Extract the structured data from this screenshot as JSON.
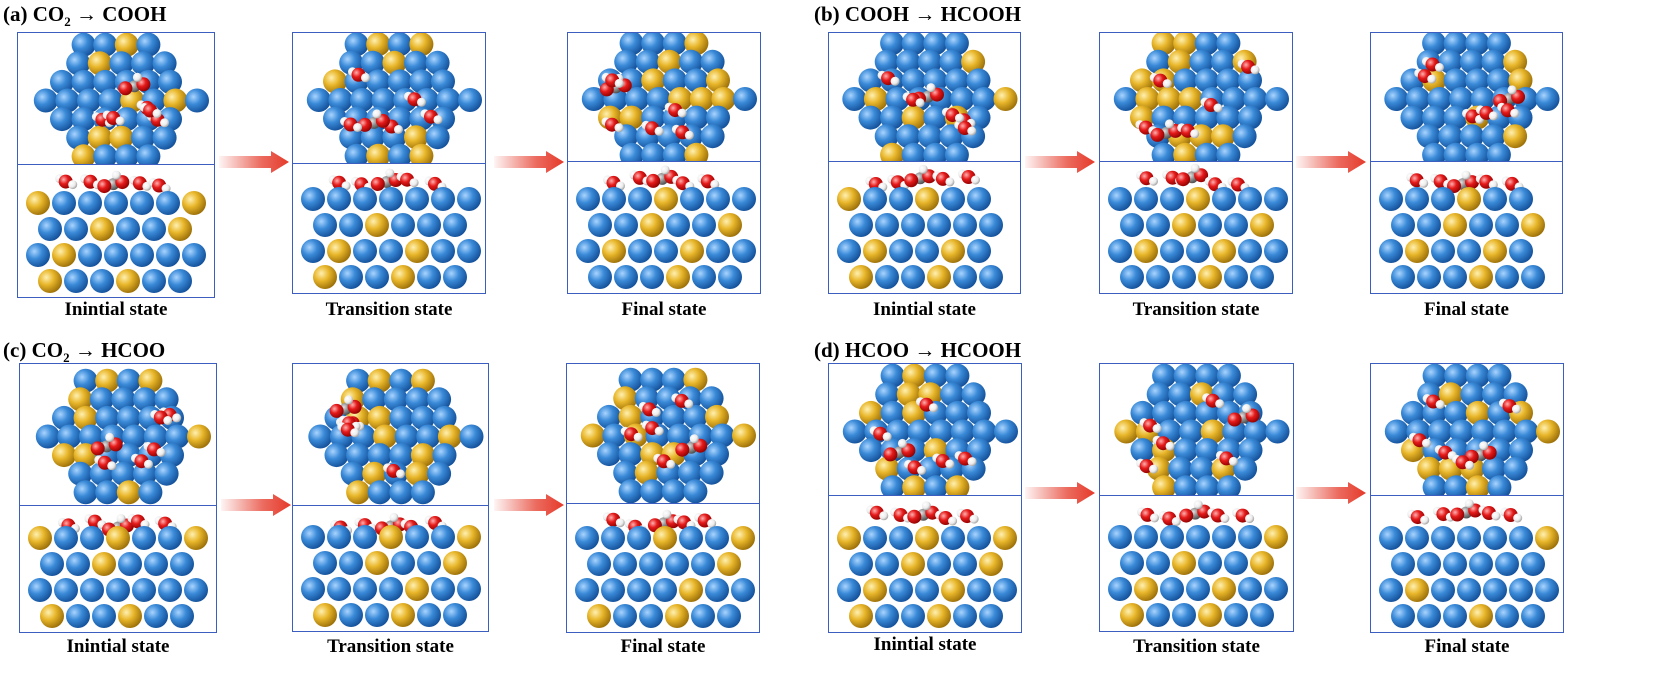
{
  "panels": [
    {
      "id": "a",
      "label": "(a)",
      "reactant": "CO",
      "reactant_sub": "2",
      "arrow": "→",
      "product": "COOH"
    },
    {
      "id": "b",
      "label": "(b)",
      "reactant": "COOH",
      "reactant_sub": "",
      "arrow": "→",
      "product": "HCOOH"
    },
    {
      "id": "c",
      "label": "(c)",
      "reactant": "CO",
      "reactant_sub": "2",
      "arrow": "→",
      "product": "HCOO"
    },
    {
      "id": "d",
      "label": "(d)",
      "reactant": "HCOO",
      "reactant_sub": "",
      "arrow": "→",
      "product": "HCOOH"
    }
  ],
  "state_labels": {
    "initial": "Inintial state",
    "transition": "Transition state",
    "final": "Final state"
  },
  "colors": {
    "frame": "#3b5ec0",
    "atom_blue": "#2f7fd0",
    "atom_yellow": "#e8b62a",
    "atom_red": "#e51a1a",
    "atom_white": "#f4f4f4",
    "atom_gray": "#8f8f8f",
    "arrow": "#e53a2a"
  }
}
